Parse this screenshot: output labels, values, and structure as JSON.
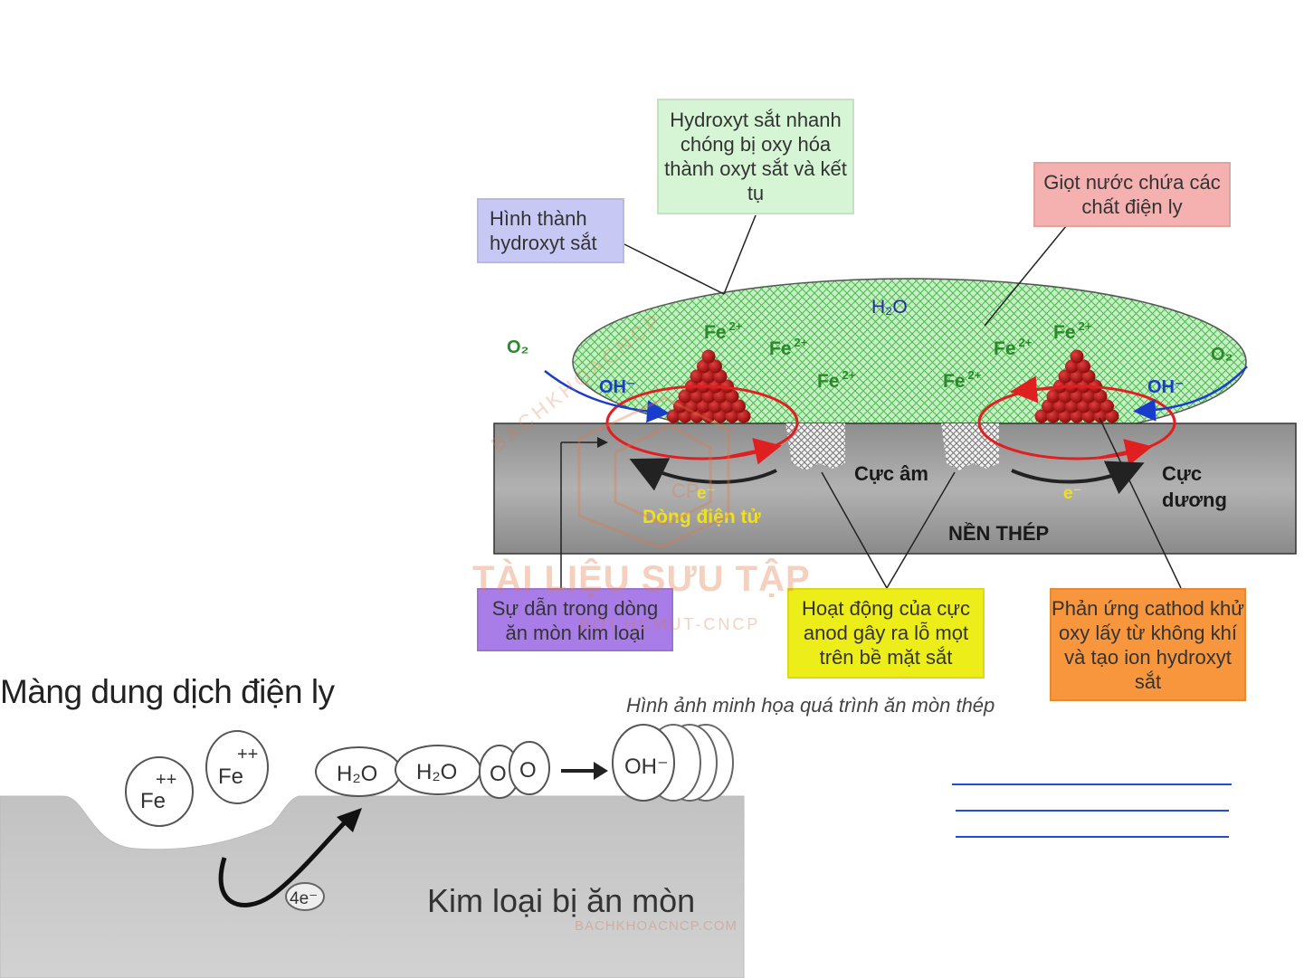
{
  "callouts": {
    "hydroxide_oxidize": "Hydroxyt sắt nhanh chóng bị oxy hóa thành oxyt sắt và kết tụ",
    "hydroxide_form": "Hình thành hydroxyt sắt",
    "droplet": "Giọt nước chứa các chất điện ly",
    "conduction": "Sự dẫn trong dòng ăn mòn kim loại",
    "anode_activity": "Hoạt động của cực anod gây ra lỗ mọt trên bề mặt sắt",
    "cathode_reaction": "Phản ứng cathod khử oxy lấy từ không khí và tạo ion hydroxyt sắt"
  },
  "diagram": {
    "h2o": "H₂O",
    "fe_ion": "Fe",
    "fe_charge": "2+",
    "o2": "O₂",
    "oh": "OH⁻",
    "electron": "e⁻",
    "cathode_label": "Cực âm",
    "anode_label_1": "Cực",
    "anode_label_2": "dương",
    "electron_flow": "Dòng điện tử",
    "substrate": "NỀN THÉP",
    "caption": "Hình ảnh minh họa quá trình ăn mòn thép"
  },
  "lower": {
    "title": "Màng dung dịch điện ly",
    "fe_ion": "Fe",
    "fe_charge": "++",
    "h2o": "H₂O",
    "o": "O",
    "oh": "OH⁻",
    "electrons": "4e⁻",
    "metal": "Kim loại bị ăn mòn"
  },
  "watermarks": {
    "arc": "BACHKHOACNCP",
    "main": "TÀI LIỆU SƯU TẬP",
    "sub": "BỞI HCMUT-CNCP",
    "site": "BACHKHOACNCP.COM",
    "logo_text": "CP"
  },
  "colors": {
    "droplet_green": "#7fdc7f",
    "steel": "#9a9a9a",
    "rust": "#a01010",
    "current_red": "#e02020",
    "oxygen_blue": "#1a3ccc",
    "fe_green": "#2a8a2a",
    "electron_yellow": "#f0e020"
  }
}
